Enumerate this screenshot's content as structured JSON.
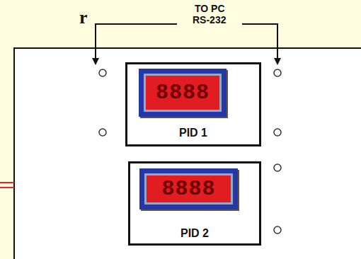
{
  "diagram": {
    "nodes": [
      {
        "text": [
          "PID 1"
        ]
      },
      {
        "text": [
          "8888"
        ],
        "in": 0
      },
      {
        "text": [
          "PID 2"
        ]
      },
      {
        "text": [
          "8888"
        ],
        "in": 2
      }
    ],
    "labels": [
      "r",
      "TO PC",
      "RS-232"
    ]
  }
}
